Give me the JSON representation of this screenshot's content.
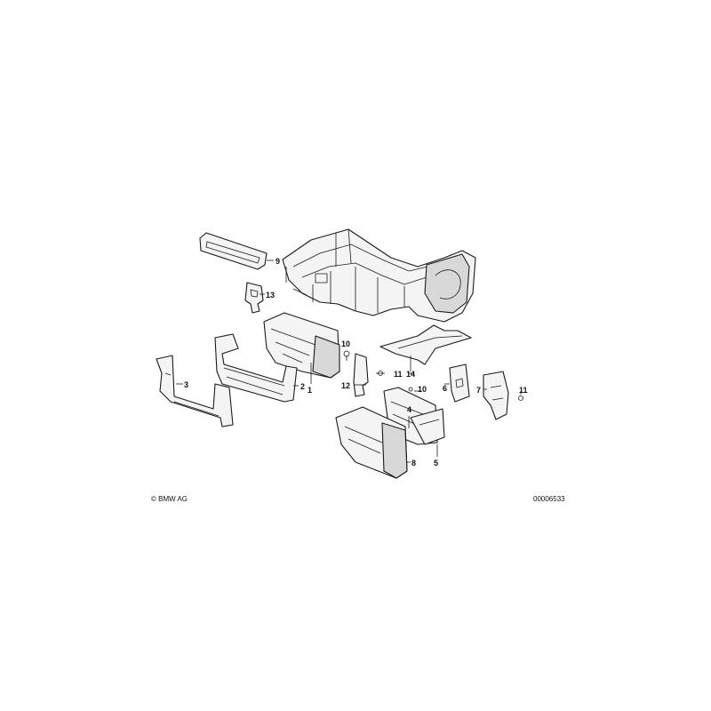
{
  "callouts": {
    "c1": "1",
    "c2": "2",
    "c3": "3",
    "c4": "4",
    "c5": "5",
    "c6": "6",
    "c7": "7",
    "c8": "8",
    "c9": "9",
    "c10a": "10",
    "c10b": "10",
    "c11a": "11",
    "c11b": "11",
    "c12": "12",
    "c13": "13",
    "c14": "14"
  },
  "footer": {
    "copyright": "© BMW AG",
    "image_code": "00006533"
  }
}
